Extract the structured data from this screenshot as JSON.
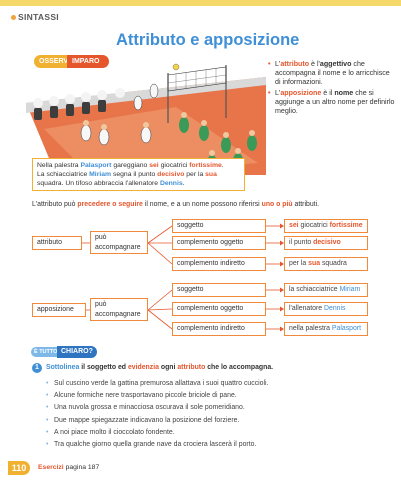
{
  "header": {
    "section": "SINTASSI",
    "title": "Attributo e apposizione"
  },
  "pills": {
    "osservo": "OSSERVO",
    "imparo": "IMPARO"
  },
  "definitions": [
    {
      "p1": "L'",
      "k": "attributo",
      "p2": " è l'",
      "b": "aggettivo",
      "p3": " che accompagna il nome e lo arricchisce di informazioni."
    },
    {
      "p1": "L'",
      "k": "apposizione",
      "p2": " è il ",
      "b": "nome",
      "p3": " che si aggiunge a un altro nome per definirlo meglio."
    }
  ],
  "caption": {
    "l1a": "Nella palestra ",
    "l1b": "Palasport",
    "l1c": " gareggiano ",
    "l1d": "sei",
    "l1e": " giocatrici ",
    "l1f": "fortissime",
    "l2a": "La schiacciatrice ",
    "l2b": "Miriam",
    "l2c": " segna il punto ",
    "l2d": "decisivo",
    "l2e": " per la ",
    "l2f": "sua",
    "l3a": "squadra. Un tifoso abbraccia l'allenatore ",
    "l3b": "Dennis"
  },
  "intro": {
    "a": "L'attributo può ",
    "b": "precedere o seguire",
    "c": " il nome, e a un nome possono riferirsi ",
    "d": "uno o più",
    "e": " attributi."
  },
  "diagram1": {
    "label": "attributo",
    "verb": "può accompagnare",
    "roles": [
      "soggetto",
      "complemento oggetto",
      "complemento indiretto"
    ],
    "r1a": "sei",
    "r1b": " giocatrici ",
    "r1c": "fortissime",
    "r2a": "il punto ",
    "r2b": "decisivo",
    "r3a": "per la ",
    "r3b": "sua",
    "r3c": " squadra"
  },
  "diagram2": {
    "label": "apposizione",
    "verb": "può accompagnare",
    "roles": [
      "soggetto",
      "complemento oggetto",
      "complemento indiretto"
    ],
    "r1a": "la schiacciatrice ",
    "r1b": "Miriam",
    "r2a": "l'allenatore ",
    "r2b": "Dennis",
    "r3a": "nella palestra ",
    "r3b": "Palasport"
  },
  "tutto_chiaro": {
    "a": "È TUTTO",
    "b": "CHIARO?"
  },
  "exercise": {
    "number": "1",
    "t1": "Sottolinea",
    "t2": " il soggetto ed ",
    "t3": "evidenzia",
    "t4": " ogni ",
    "t5": "attributo",
    "t6": " che lo accompagna.",
    "items": [
      "Sul cuscino verde la gattina premurosa allattava i suoi quattro cuccioli.",
      "Alcune formiche nere trasportavano piccole briciole di pane.",
      "Una nuvola grossa e minacciosa oscurava il sole pomeridiano.",
      "Due mappe spiegazzate indicavano la posizione del forziere.",
      "A noi piace molto il cioccolato fondente.",
      "Tra qualche giorno quella grande nave da crociera lascerà il porto."
    ]
  },
  "footer": {
    "page": "110",
    "esercizi": "Esercizi",
    "pagina": " pagina 187"
  },
  "colors": {
    "accent_blue": "#3f8fd6",
    "accent_orange": "#e5562d",
    "accent_yellow": "#f0b030"
  }
}
